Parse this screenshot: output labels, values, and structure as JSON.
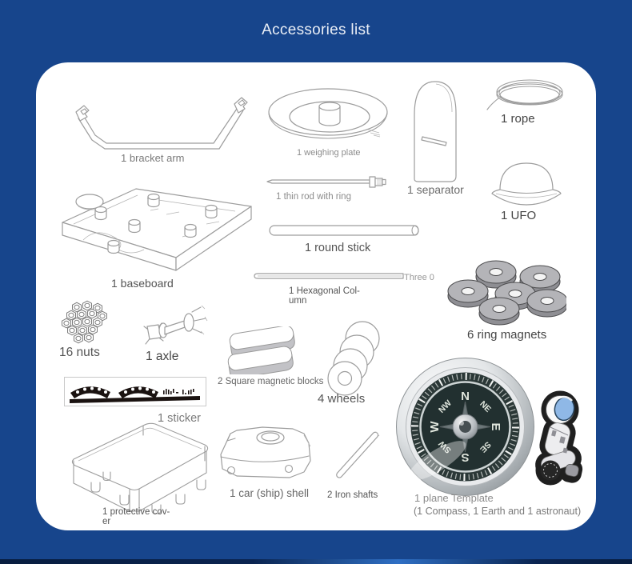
{
  "page": {
    "title": "Accessories list",
    "bg_color": "#17458c",
    "card_color": "#ffffff"
  },
  "items": {
    "bracket_arm": "1 bracket arm",
    "weighing_plate": "1 weighing plate",
    "thin_rod": "1 thin rod with ring",
    "separator": "1 separator",
    "rope": "1 rope",
    "ufo": "1 UFO",
    "round_stick": "1 round stick",
    "baseboard": "1 baseboard",
    "three_o": "Three 0",
    "hex_column": "1 Hexagonal Col-\numn",
    "ring_magnets": "6 ring magnets",
    "nuts": "16 nuts",
    "axle": "1 axle",
    "magnetic_blocks": "2 Square magnetic blocks",
    "wheels": "4 wheels",
    "sticker": "1 sticker",
    "protective_cover": "1 protective cov-\ner",
    "car_shell": "1 car (ship) shell",
    "iron_shafts": "2 Iron shafts",
    "plane_template": "1 plane Template",
    "plane_template_detail": "(1 Compass, 1 Earth and 1 astronaut)"
  },
  "compass": {
    "cardinals": [
      "N",
      "NE",
      "E",
      "SE",
      "S",
      "SW",
      "W",
      "NW"
    ]
  },
  "colors": {
    "magnet_top": "#b4b4b8",
    "magnet_side": "#8e8e93",
    "sticker_ink": "#1a1210",
    "visor_blue": "#8fb8e6"
  }
}
